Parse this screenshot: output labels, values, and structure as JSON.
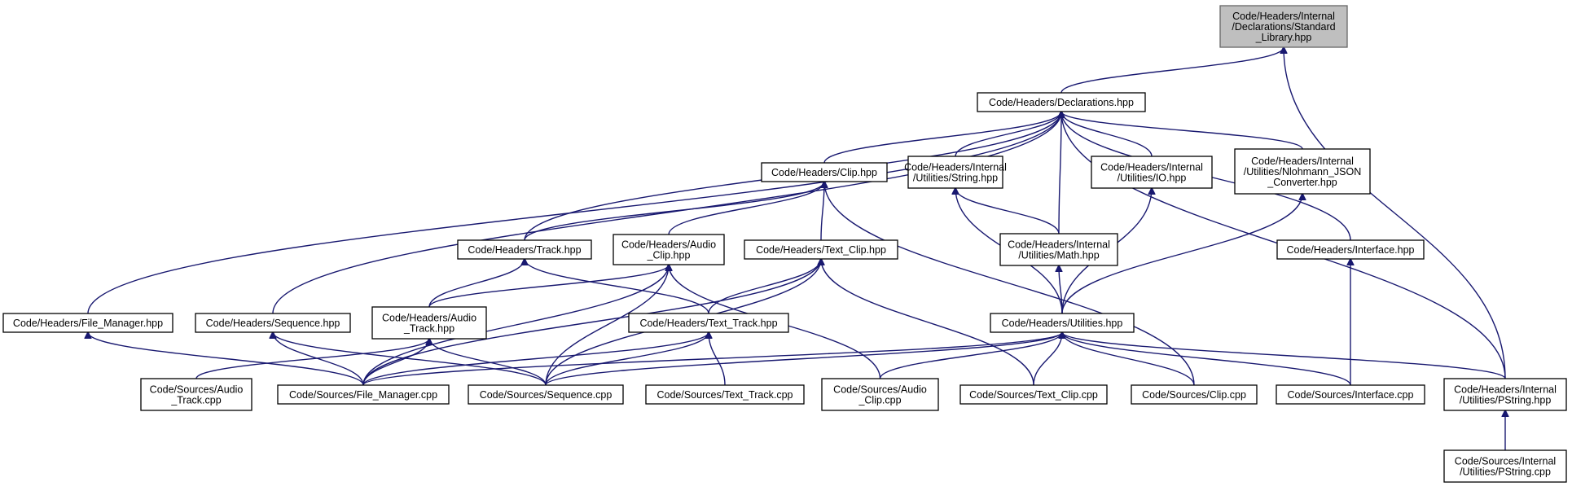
{
  "colors": {
    "edge": "#191970",
    "root_fill": "#bfbfbf",
    "node_fill": "#ffffff"
  },
  "nodes": [
    {
      "id": "standard_library",
      "root": true,
      "lines": [
        "Code/Headers/Internal",
        "/Declarations/Standard",
        "_Library.hpp"
      ]
    },
    {
      "id": "declarations",
      "lines": [
        "Code/Headers/Declarations.hpp"
      ]
    },
    {
      "id": "clip_hpp",
      "lines": [
        "Code/Headers/Clip.hpp"
      ]
    },
    {
      "id": "string_hpp",
      "lines": [
        "Code/Headers/Internal",
        "/Utilities/String.hpp"
      ]
    },
    {
      "id": "io_hpp",
      "lines": [
        "Code/Headers/Internal",
        "/Utilities/IO.hpp"
      ]
    },
    {
      "id": "nlohmann_hpp",
      "lines": [
        "Code/Headers/Internal",
        "/Utilities/Nlohmann_JSON",
        "_Converter.hpp"
      ]
    },
    {
      "id": "track_hpp",
      "lines": [
        "Code/Headers/Track.hpp"
      ]
    },
    {
      "id": "audio_clip_hpp",
      "lines": [
        "Code/Headers/Audio",
        "_Clip.hpp"
      ]
    },
    {
      "id": "text_clip_hpp",
      "lines": [
        "Code/Headers/Text_Clip.hpp"
      ]
    },
    {
      "id": "math_hpp",
      "lines": [
        "Code/Headers/Internal",
        "/Utilities/Math.hpp"
      ]
    },
    {
      "id": "interface_hpp",
      "lines": [
        "Code/Headers/Interface.hpp"
      ]
    },
    {
      "id": "file_manager_hpp",
      "lines": [
        "Code/Headers/File_Manager.hpp"
      ]
    },
    {
      "id": "sequence_hpp",
      "lines": [
        "Code/Headers/Sequence.hpp"
      ]
    },
    {
      "id": "audio_track_hpp",
      "lines": [
        "Code/Headers/Audio",
        "_Track.hpp"
      ]
    },
    {
      "id": "text_track_hpp",
      "lines": [
        "Code/Headers/Text_Track.hpp"
      ]
    },
    {
      "id": "utilities_hpp",
      "lines": [
        "Code/Headers/Utilities.hpp"
      ]
    },
    {
      "id": "audio_track_cpp",
      "lines": [
        "Code/Sources/Audio",
        "_Track.cpp"
      ]
    },
    {
      "id": "file_manager_cpp",
      "lines": [
        "Code/Sources/File_Manager.cpp"
      ]
    },
    {
      "id": "sequence_cpp",
      "lines": [
        "Code/Sources/Sequence.cpp"
      ]
    },
    {
      "id": "text_track_cpp",
      "lines": [
        "Code/Sources/Text_Track.cpp"
      ]
    },
    {
      "id": "audio_clip_cpp",
      "lines": [
        "Code/Sources/Audio",
        "_Clip.cpp"
      ]
    },
    {
      "id": "text_clip_cpp",
      "lines": [
        "Code/Sources/Text_Clip.cpp"
      ]
    },
    {
      "id": "clip_cpp",
      "lines": [
        "Code/Sources/Clip.cpp"
      ]
    },
    {
      "id": "interface_cpp",
      "lines": [
        "Code/Sources/Interface.cpp"
      ]
    },
    {
      "id": "pstring_hpp",
      "lines": [
        "Code/Headers/Internal",
        "/Utilities/PString.hpp"
      ]
    },
    {
      "id": "pstring_cpp",
      "lines": [
        "Code/Sources/Internal",
        "/Utilities/PString.cpp"
      ]
    }
  ],
  "edges": [
    {
      "from": "declarations",
      "to": "standard_library"
    },
    {
      "from": "pstring_hpp",
      "to": "standard_library"
    },
    {
      "from": "clip_hpp",
      "to": "declarations"
    },
    {
      "from": "string_hpp",
      "to": "declarations"
    },
    {
      "from": "io_hpp",
      "to": "declarations"
    },
    {
      "from": "nlohmann_hpp",
      "to": "declarations"
    },
    {
      "from": "track_hpp",
      "to": "declarations"
    },
    {
      "from": "math_hpp",
      "to": "declarations"
    },
    {
      "from": "interface_hpp",
      "to": "declarations"
    },
    {
      "from": "file_manager_hpp",
      "to": "declarations"
    },
    {
      "from": "sequence_hpp",
      "to": "declarations"
    },
    {
      "from": "pstring_hpp",
      "to": "declarations"
    },
    {
      "from": "track_hpp",
      "to": "clip_hpp"
    },
    {
      "from": "audio_clip_hpp",
      "to": "clip_hpp"
    },
    {
      "from": "text_clip_hpp",
      "to": "clip_hpp"
    },
    {
      "from": "clip_cpp",
      "to": "clip_hpp"
    },
    {
      "from": "math_hpp",
      "to": "string_hpp"
    },
    {
      "from": "utilities_hpp",
      "to": "string_hpp"
    },
    {
      "from": "utilities_hpp",
      "to": "io_hpp"
    },
    {
      "from": "utilities_hpp",
      "to": "nlohmann_hpp"
    },
    {
      "from": "audio_track_hpp",
      "to": "track_hpp"
    },
    {
      "from": "text_track_hpp",
      "to": "track_hpp"
    },
    {
      "from": "audio_track_hpp",
      "to": "audio_clip_hpp"
    },
    {
      "from": "file_manager_cpp",
      "to": "audio_clip_hpp"
    },
    {
      "from": "sequence_cpp",
      "to": "audio_clip_hpp"
    },
    {
      "from": "audio_clip_cpp",
      "to": "audio_clip_hpp"
    },
    {
      "from": "text_track_hpp",
      "to": "text_clip_hpp"
    },
    {
      "from": "file_manager_cpp",
      "to": "text_clip_hpp"
    },
    {
      "from": "sequence_cpp",
      "to": "text_clip_hpp"
    },
    {
      "from": "text_clip_cpp",
      "to": "text_clip_hpp"
    },
    {
      "from": "utilities_hpp",
      "to": "math_hpp"
    },
    {
      "from": "interface_cpp",
      "to": "interface_hpp"
    },
    {
      "from": "file_manager_cpp",
      "to": "file_manager_hpp"
    },
    {
      "from": "file_manager_cpp",
      "to": "sequence_hpp"
    },
    {
      "from": "sequence_cpp",
      "to": "sequence_hpp"
    },
    {
      "from": "audio_track_cpp",
      "to": "audio_track_hpp"
    },
    {
      "from": "file_manager_cpp",
      "to": "audio_track_hpp"
    },
    {
      "from": "sequence_cpp",
      "to": "audio_track_hpp"
    },
    {
      "from": "file_manager_cpp",
      "to": "text_track_hpp"
    },
    {
      "from": "sequence_cpp",
      "to": "text_track_hpp"
    },
    {
      "from": "text_track_cpp",
      "to": "text_track_hpp"
    },
    {
      "from": "file_manager_cpp",
      "to": "utilities_hpp"
    },
    {
      "from": "sequence_cpp",
      "to": "utilities_hpp"
    },
    {
      "from": "audio_clip_cpp",
      "to": "utilities_hpp"
    },
    {
      "from": "text_clip_cpp",
      "to": "utilities_hpp"
    },
    {
      "from": "clip_cpp",
      "to": "utilities_hpp"
    },
    {
      "from": "interface_cpp",
      "to": "utilities_hpp"
    },
    {
      "from": "pstring_hpp",
      "to": "utilities_hpp"
    },
    {
      "from": "pstring_cpp",
      "to": "pstring_hpp"
    }
  ]
}
